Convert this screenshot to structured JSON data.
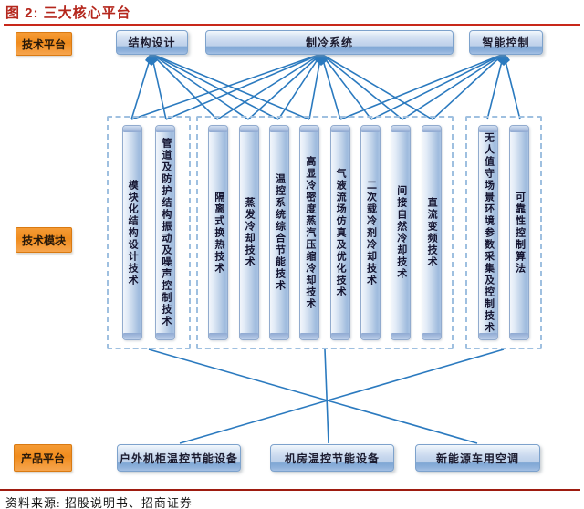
{
  "title": "图 2: 三大核心平台",
  "row_labels": {
    "platform": "技术平台",
    "modules": "技术模块",
    "products": "产品平台"
  },
  "platforms": [
    "结构设计",
    "制冷系统",
    "智能控制"
  ],
  "module_groups": [
    {
      "bars": [
        "模块化结构设计技术",
        "管道及防护结构振动及噪声控制技术"
      ]
    },
    {
      "bars": [
        "隔离式换热技术",
        "蒸发冷却技术",
        "温控系统综合节能技术",
        "高显冷密度蒸汽压缩冷却技术",
        "气液流场仿真及优化技术",
        "二次载冷剂冷却技术",
        "间接自然冷却技术",
        "直流变频技术"
      ]
    },
    {
      "bars": [
        "无人值守场景环境参数采集及控制技术",
        "可靠性控制算法"
      ]
    }
  ],
  "products": [
    "户外机柜温控节能设备",
    "机房温控节能设备",
    "新能源车用空调"
  ],
  "source": "资料来源: 招股说明书、招商证券",
  "colors": {
    "title_red": "#b5271d",
    "rule_red": "#c8281a",
    "footer_rule_red": "#9e1b10",
    "label_orange": "#f08c1d",
    "pill_blue_light": "#dde8f5",
    "pill_blue_dark": "#7fa7d4",
    "line_blue": "#2b7abf",
    "dash_blue": "#9fc0e0"
  }
}
